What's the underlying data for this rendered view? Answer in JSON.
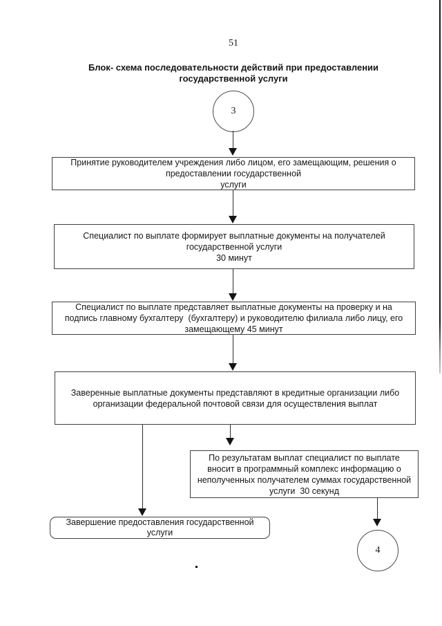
{
  "page": {
    "number": "51",
    "title": "Блок- схема последовательности действий при предоставлении\nгосударственной услуги",
    "trailing_dot": "."
  },
  "flowchart": {
    "start_connector": {
      "label": "3"
    },
    "end_connector": {
      "label": "4"
    },
    "steps": [
      {
        "name": "decision-approval",
        "text": "Принятие руководителем учреждения либо лицом, его замещающим, решения о\nпредоставлении государственной\nуслуги"
      },
      {
        "name": "form-payment-documents",
        "text": "Специалист по выплате формирует выплатные документы на получателей\nгосударственной услуги\n30 минут"
      },
      {
        "name": "verify-sign-documents",
        "text": "Специалист по выплате представляет выплатные документы на проверку и на\nподпись главному бухгалтеру  (бухгалтеру) и руководителю филиала либо лицу, его\nзамещающему 45 минут"
      },
      {
        "name": "submit-to-credit-orgs",
        "text": "Заверенные выплатные документы представляют в кредитные организации либо\nорганизации федеральной почтовой связи для осуществления выплат"
      },
      {
        "name": "record-unpaid-amounts",
        "text": "По результатам выплат специалист по выплате\nвносит в программный комплекс информацию о\nнеполученных получателем суммах государственной\nуслуги  30 секунд"
      },
      {
        "name": "service-completion",
        "text": "Завершение предоставления государственной\nуслуги"
      }
    ]
  },
  "colors": {
    "background": "#ffffff",
    "ink": "#161616",
    "box_border": "#3f3f3f"
  }
}
